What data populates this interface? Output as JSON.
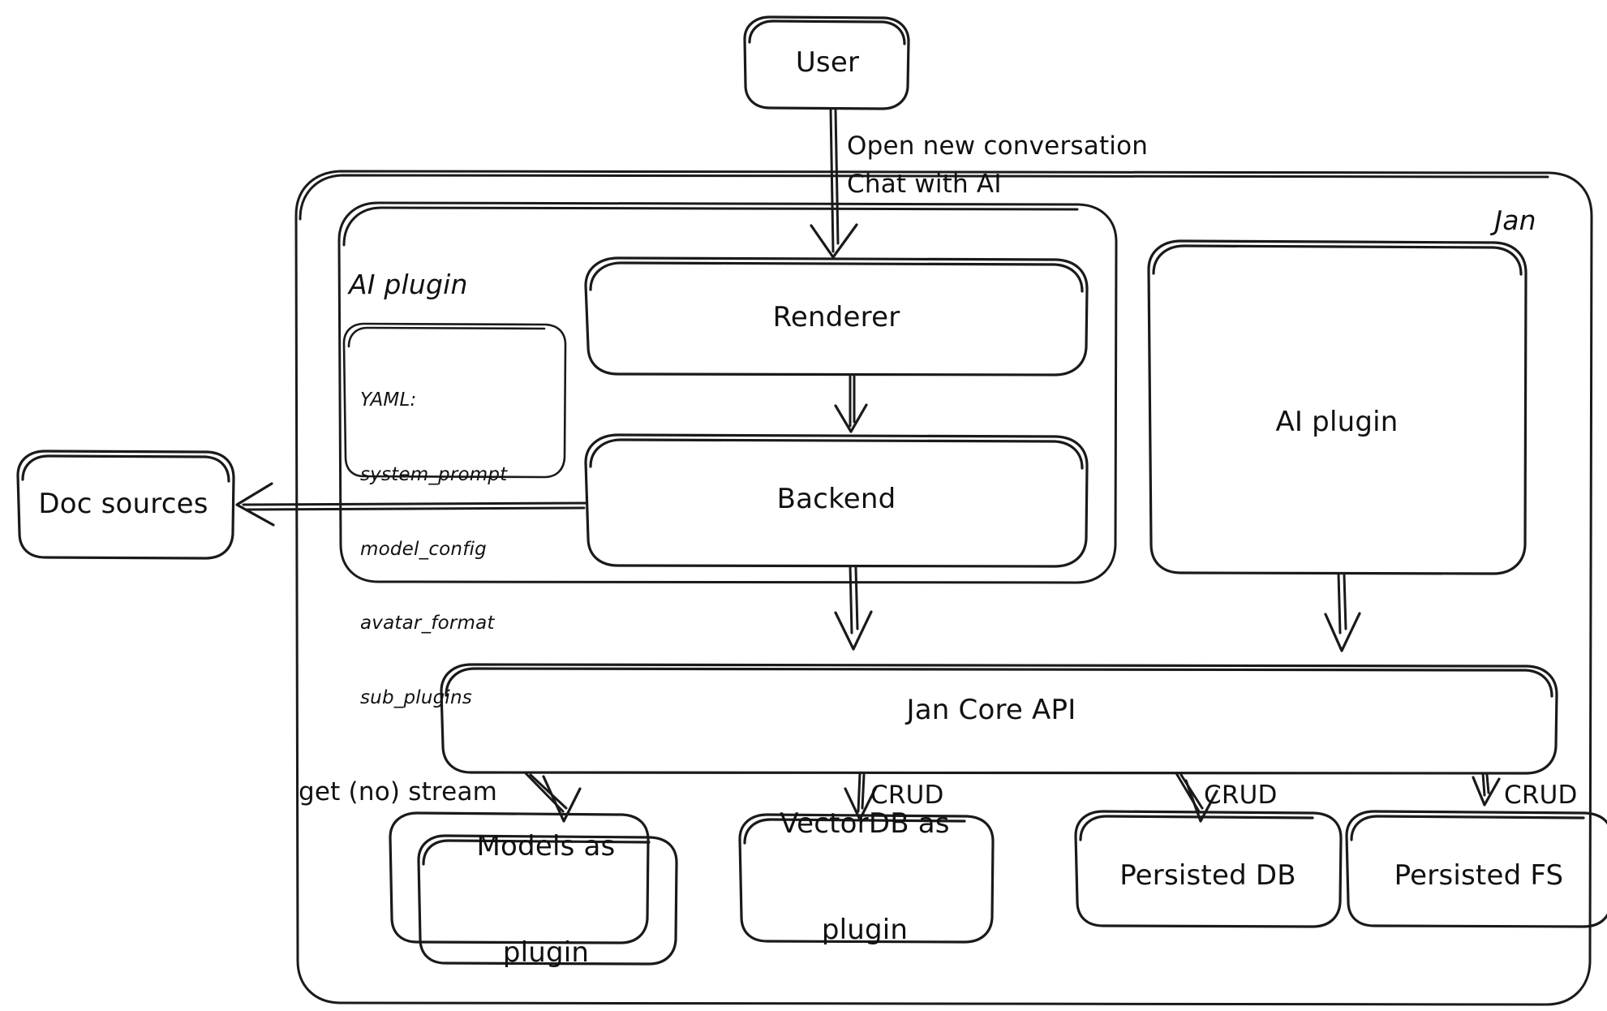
{
  "diagram": {
    "title_label": "Jan",
    "nodes": {
      "user": {
        "label": "User"
      },
      "renderer": {
        "label": "Renderer"
      },
      "backend": {
        "label": "Backend"
      },
      "ai_plugin_inner_label": "AI plugin",
      "ai_plugin_right": {
        "label": "AI plugin"
      },
      "jan_core_api": {
        "label": "Jan Core API"
      },
      "doc_sources": {
        "label": "Doc sources"
      },
      "models_plugin": {
        "line1": "Models as",
        "line2": "plugin"
      },
      "vectordb_plugin": {
        "line1": "VectorDB as",
        "line2": "plugin"
      },
      "persisted_db": {
        "label": "Persisted DB"
      },
      "persisted_fs": {
        "label": "Persisted FS"
      }
    },
    "yaml_box": {
      "header": "YAML:",
      "keys": [
        "system_prompt",
        "model_config",
        "avatar_format",
        "sub_plugins"
      ]
    },
    "edge_labels": {
      "user_to_renderer_l1": "Open new conversation",
      "user_to_renderer_l2": "Chat with AI",
      "core_to_models": "get (no) stream",
      "core_to_vectordb": "CRUD",
      "core_to_persisted_db": "CRUD",
      "core_to_persisted_fs": "CRUD"
    },
    "colors": {
      "stroke": "#1a1a1a",
      "background": "#ffffff",
      "text": "#111111"
    }
  }
}
